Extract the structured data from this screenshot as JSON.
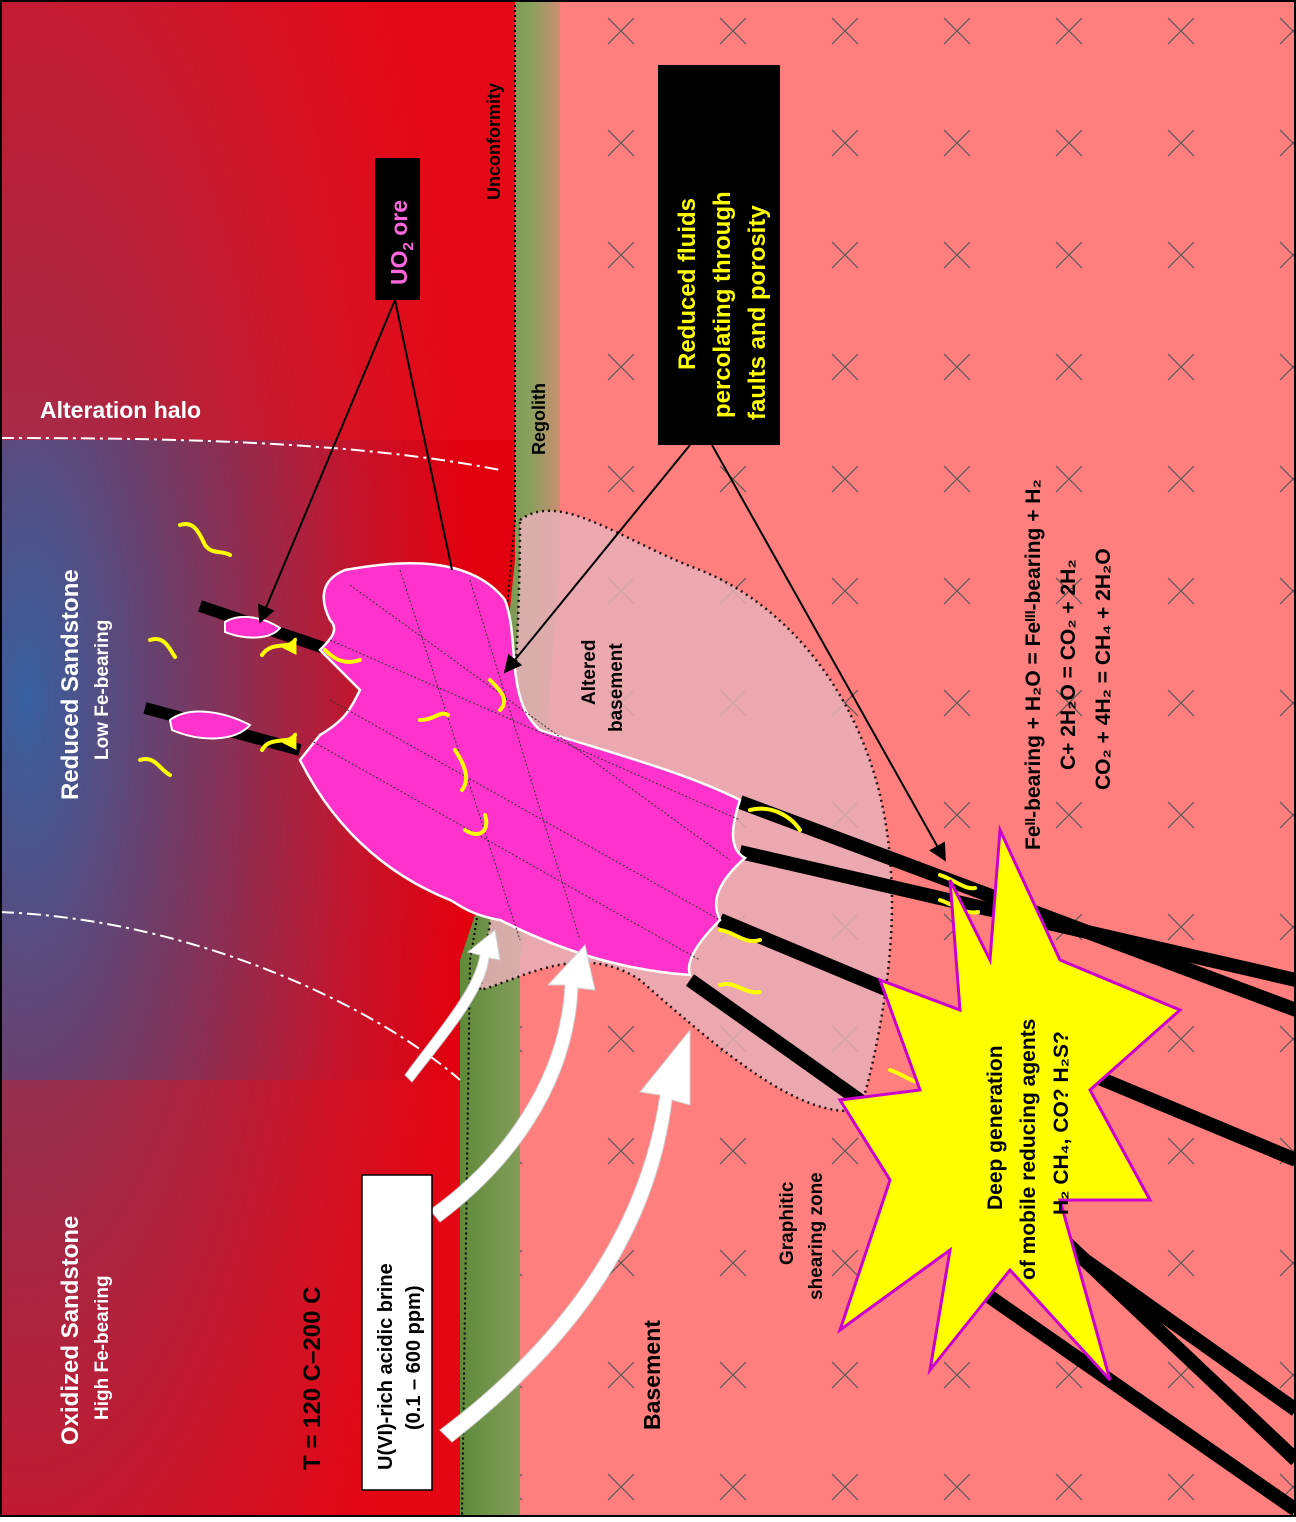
{
  "labels": {
    "oxidized_title": "Oxidized Sandstone",
    "oxidized_sub": "High Fe-bearing",
    "temperature": "T = 120  C–200  C",
    "reduced_title": "Reduced Sandstone",
    "reduced_sub": "Low Fe-bearing",
    "alteration_halo": "Alteration halo",
    "ore_box": "UO",
    "ore_box_sub": "2",
    "ore_box_tail": " ore",
    "unconformity": "Unconformity",
    "regolith": "Regolith",
    "altered_basement_1": "Altered",
    "altered_basement_2": "basement",
    "brine_1": "U(VI)-rich acidic brine",
    "brine_2": "(0.1 – 600 ppm)",
    "reduced_fluids_1": "Reduced fluids",
    "reduced_fluids_2": "percolating through",
    "reduced_fluids_3": "faults and porosity",
    "graphitic_1": "Graphitic",
    "graphitic_2": "shearing zone",
    "basement": "Basement",
    "deep_1": "Deep generation",
    "deep_2": "of mobile reducing agents",
    "deep_3": "H₂ CH₄, CO? H₂S?",
    "eq1": "Feᴵᴵ-bearing + H₂O = Feᴵᴵᴵ-bearing + H₂",
    "eq2": "C+ 2H₂O = CO₂ + 2H₂",
    "eq3": "CO₂ + 4H₂ = CH₄ + 2H₂O"
  },
  "colors": {
    "sandstone_red": "#ff0000",
    "reduced_blue": "#3a5e94",
    "basement_pink": "#ff7f7f",
    "regolith_green": "#6b8e3a",
    "ore_magenta": "#ff33cc",
    "yellow": "#ffff00",
    "black": "#000000"
  }
}
